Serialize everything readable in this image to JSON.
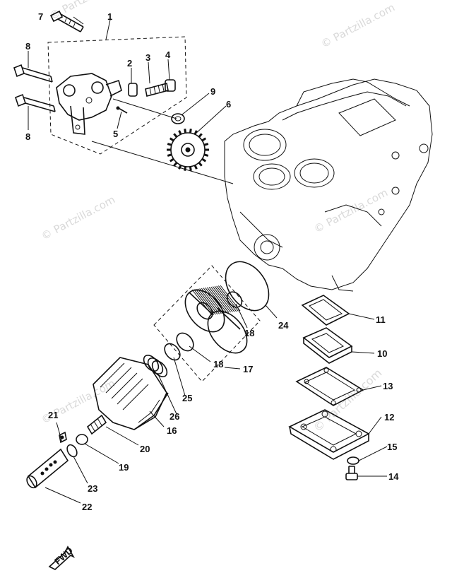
{
  "watermark": {
    "text": "© Partzilla.com",
    "color": "#d9d9d9"
  },
  "fwd_mark": "FWD",
  "callouts": {
    "c1": "1",
    "c2": "2",
    "c3": "3",
    "c4": "4",
    "c5": "5",
    "c6": "6",
    "c7": "7",
    "c8a": "8",
    "c8b": "8",
    "c9": "9",
    "c10": "10",
    "c11": "11",
    "c12": "12",
    "c13": "13",
    "c14": "14",
    "c15": "15",
    "c16": "16",
    "c17": "17",
    "c18a": "18",
    "c18b": "18",
    "c19": "19",
    "c20": "20",
    "c21": "21",
    "c22": "22",
    "c23": "23",
    "c24": "24",
    "c25": "25",
    "c26": "26"
  }
}
